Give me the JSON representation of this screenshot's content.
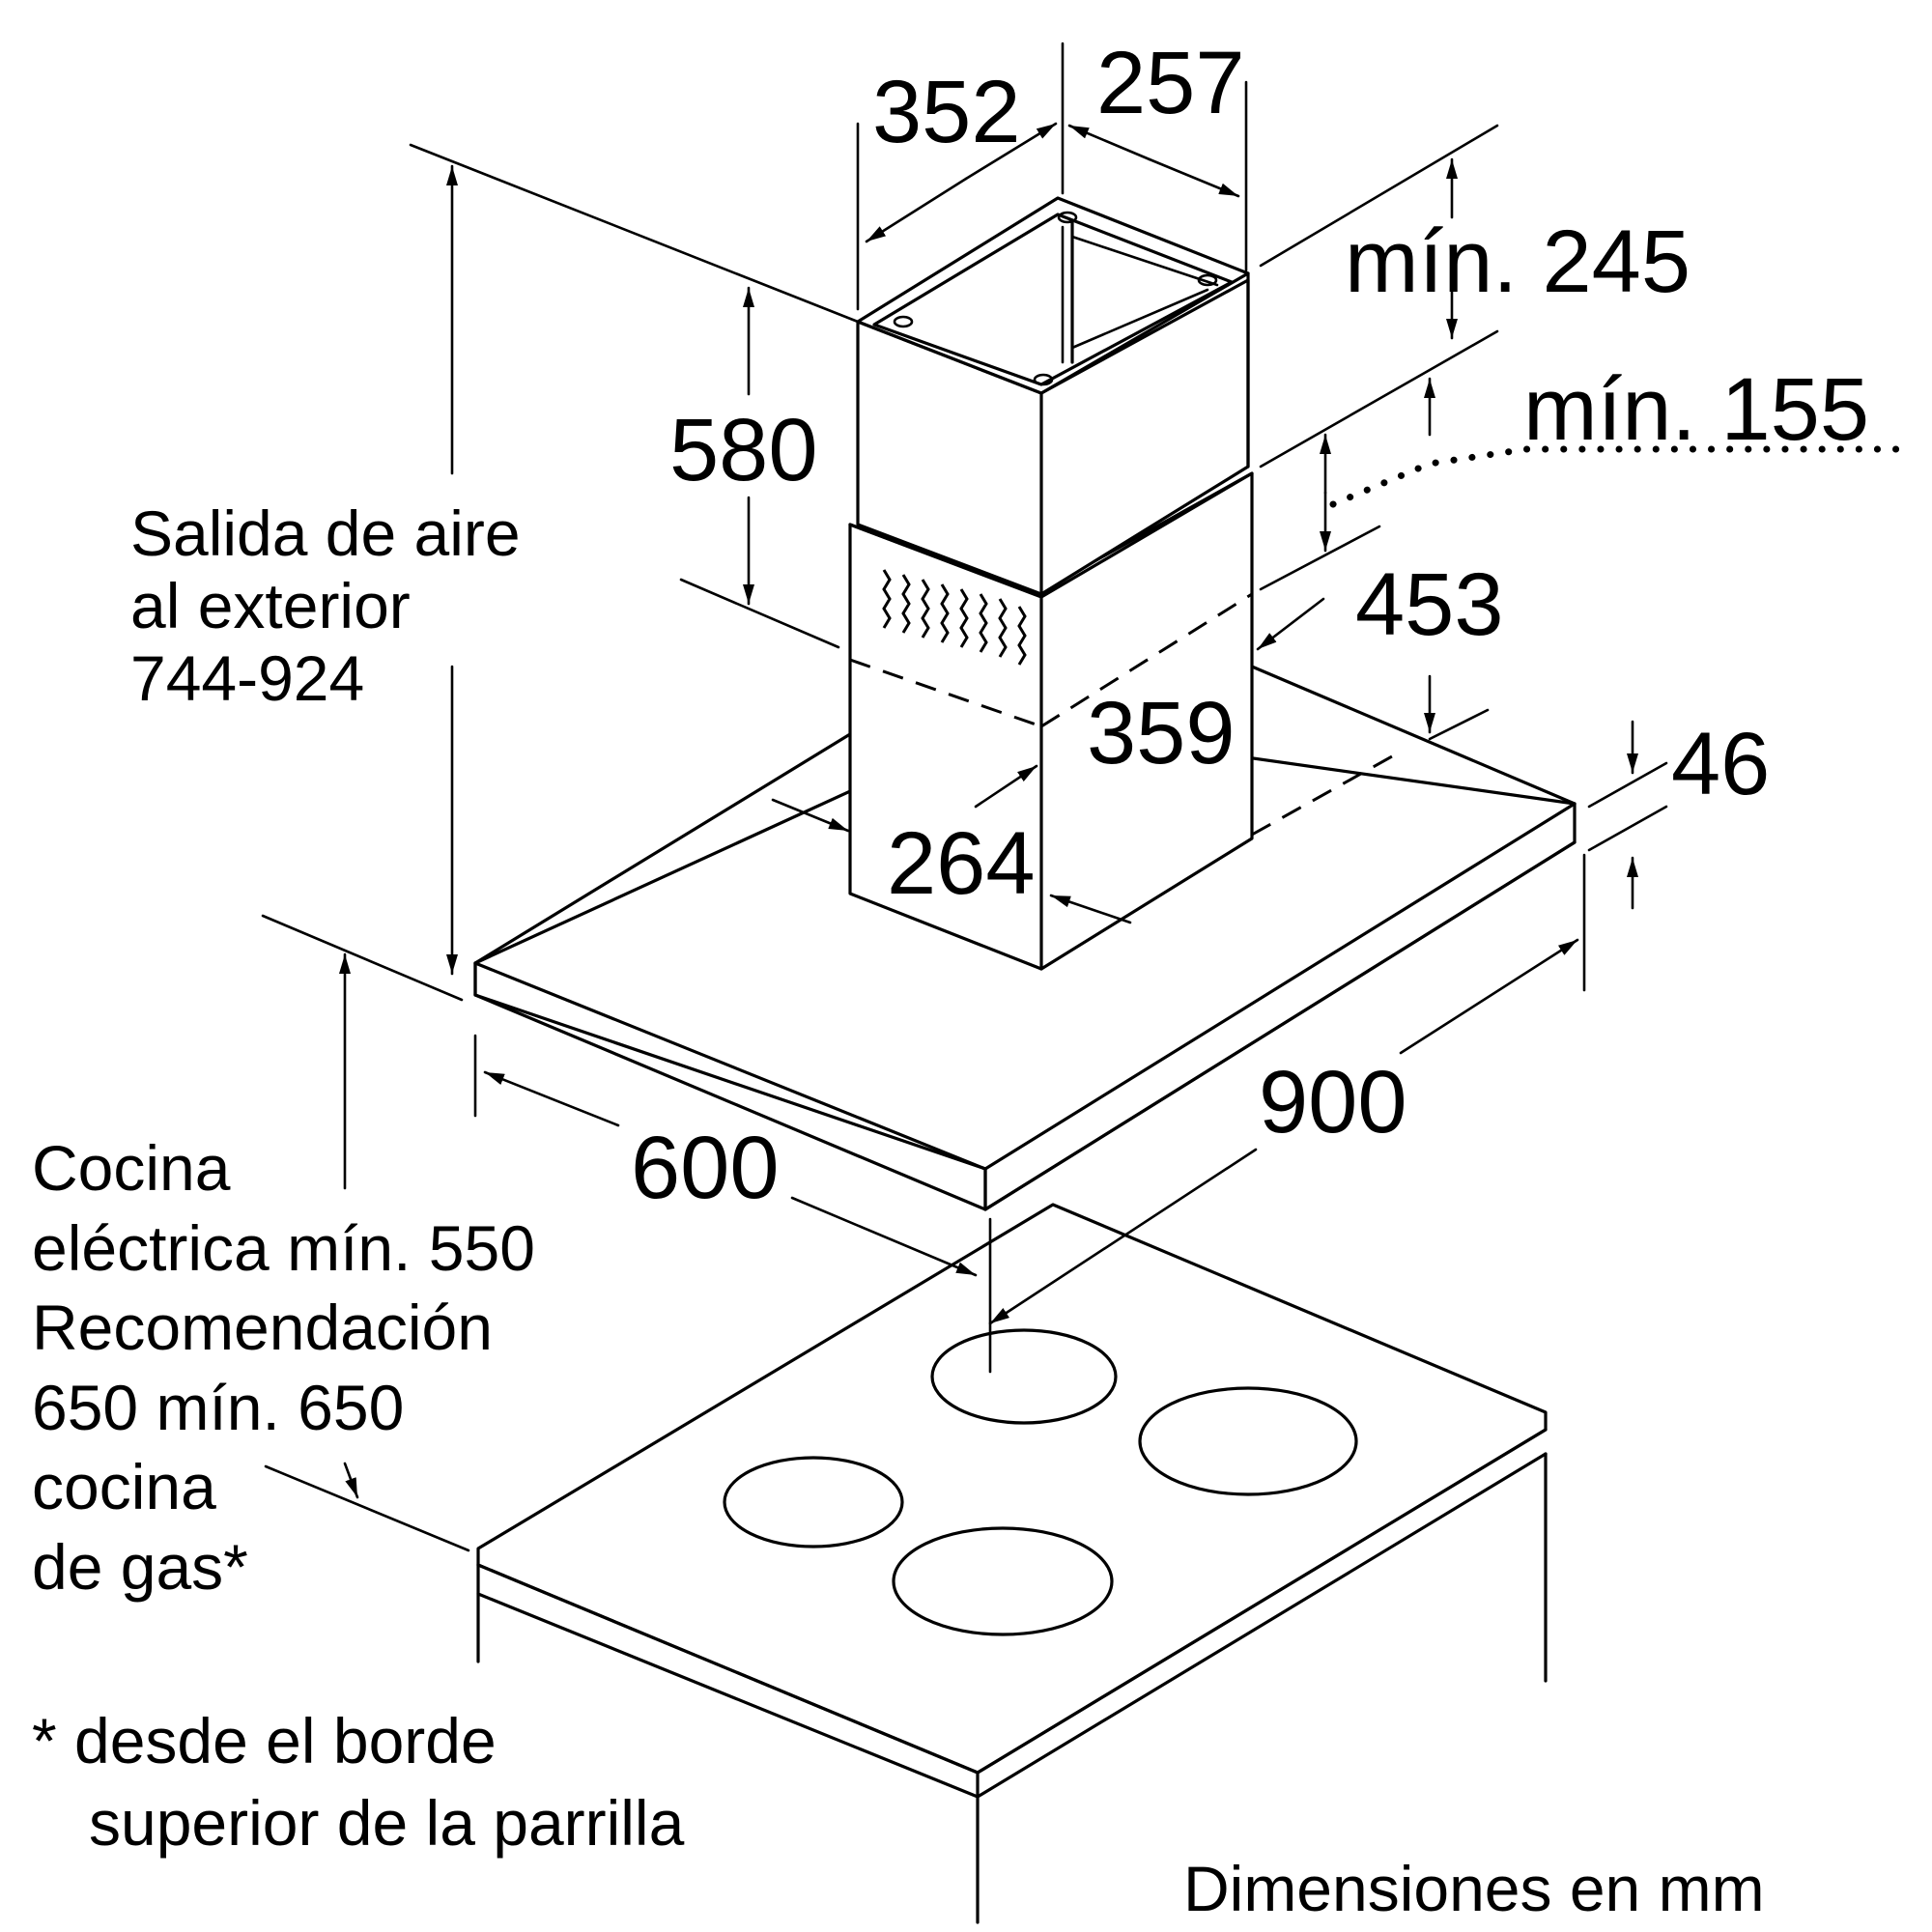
{
  "dimensions": {
    "chimney_depth": "352",
    "chimney_width": "257",
    "chimney_upper_height": "580",
    "top_clearance": "mín. 245",
    "mid_clearance": "mín. 155",
    "lower_chimney_height": "453",
    "lower_chimney_depth": "359",
    "lower_chimney_width": "264",
    "canopy_thickness": "46",
    "canopy_width": "900",
    "canopy_depth": "600"
  },
  "labels": {
    "air_outlet": [
      "Salida de aire",
      "al exterior",
      "744-924"
    ],
    "hob_distance": [
      "Cocina",
      "eléctrica mín. 550",
      "Recomendación",
      "650 mín. 650",
      "cocina",
      "de gas*"
    ],
    "footnote": [
      "* desde el borde",
      "superior de la parrilla"
    ],
    "units": "Dimensiones en mm"
  }
}
